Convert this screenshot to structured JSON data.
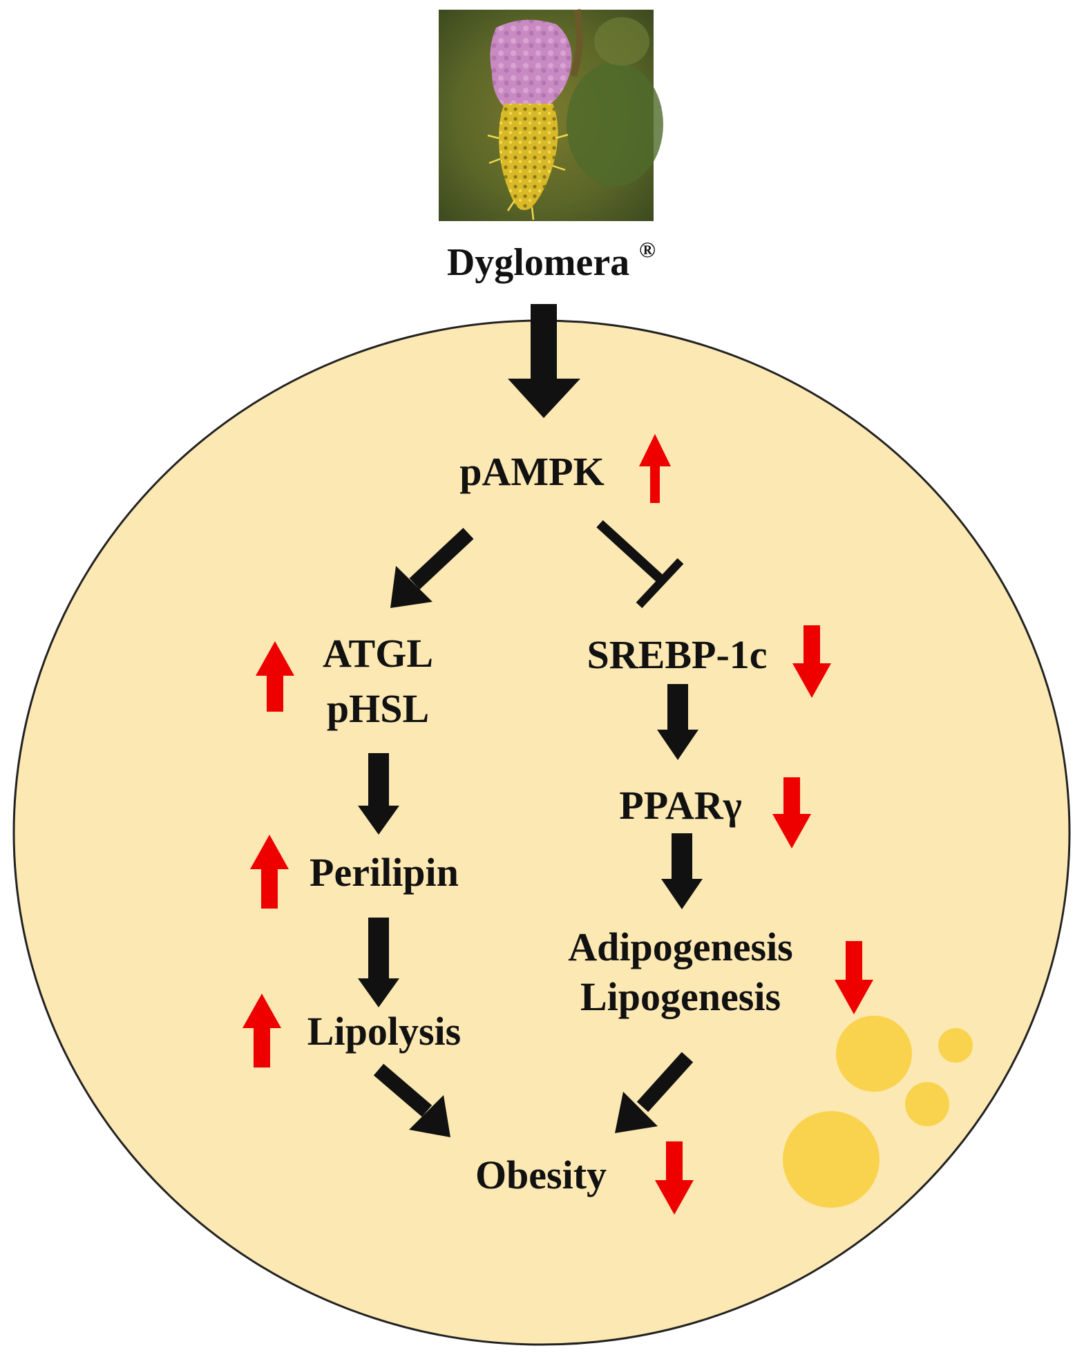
{
  "product": {
    "name": "Dyglomera",
    "mark": "®"
  },
  "nodes": {
    "pampk": "pAMPK",
    "atgl": "ATGL",
    "phsl": "pHSL",
    "perilipin": "Perilipin",
    "lipolysis": "Lipolysis",
    "srebp": "SREBP-1c",
    "ppar": "PPARγ",
    "adipogenesis": "Adipogenesis",
    "lipogenesis": "Lipogenesis",
    "obesity": "Obesity"
  },
  "regulation": {
    "pampk": "up",
    "atgl_phsl": "up",
    "perilipin": "up",
    "lipolysis": "up",
    "srebp": "down",
    "ppar": "down",
    "adipogenesis_lipogenesis": "down",
    "obesity": "down"
  },
  "edges": [
    {
      "from": "Dyglomera",
      "to": "pAMPK",
      "kind": "activates"
    },
    {
      "from": "pAMPK",
      "to": "ATGL / pHSL",
      "kind": "activates"
    },
    {
      "from": "pAMPK",
      "to": "SREBP-1c",
      "kind": "inhibits"
    },
    {
      "from": "ATGL / pHSL",
      "to": "Perilipin",
      "kind": "activates"
    },
    {
      "from": "Perilipin",
      "to": "Lipolysis",
      "kind": "activates"
    },
    {
      "from": "SREBP-1c",
      "to": "PPARγ",
      "kind": "activates"
    },
    {
      "from": "PPARγ",
      "to": "Adipogenesis / Lipogenesis",
      "kind": "activates"
    },
    {
      "from": "Lipolysis",
      "to": "Obesity",
      "kind": "activates"
    },
    {
      "from": "Adipogenesis / Lipogenesis",
      "to": "Obesity",
      "kind": "activates"
    }
  ],
  "colors": {
    "cell_fill": "#FCE8B2",
    "cell_stroke": "#222222",
    "flow_arrow": "#111111",
    "regulation_arrow": "#EE0000",
    "fat_droplet": "#F9D34E"
  },
  "icons": {
    "plant_photo": "dichrostachys-glomerata-flower",
    "fat_droplets": "lipid-droplets"
  }
}
